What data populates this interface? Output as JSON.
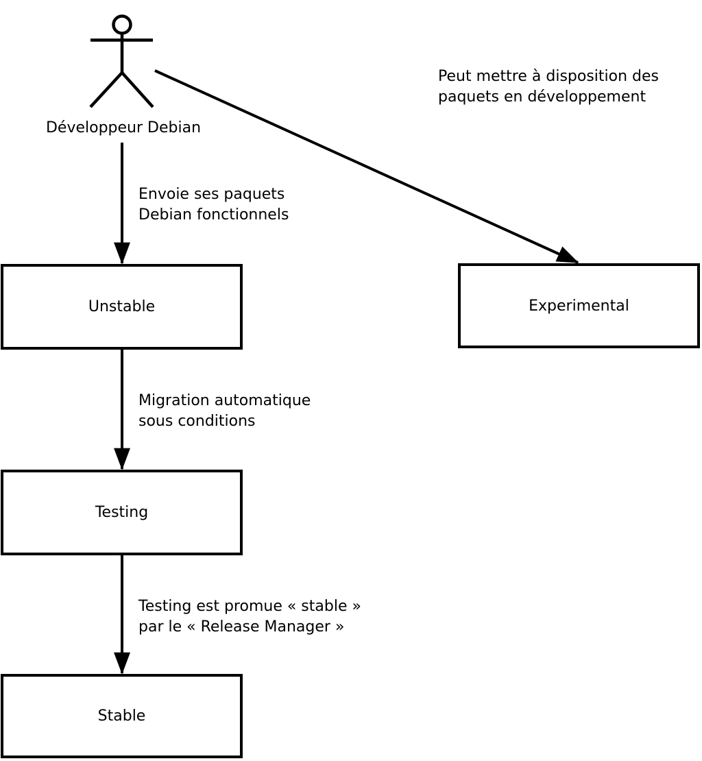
{
  "diagram": {
    "title_hint": "Debian package release flow",
    "actor": {
      "label": "Développeur Debian"
    },
    "nodes": [
      {
        "id": "unstable",
        "label": "Unstable"
      },
      {
        "id": "experimental",
        "label": "Experimental"
      },
      {
        "id": "testing",
        "label": "Testing"
      },
      {
        "id": "stable",
        "label": "Stable"
      }
    ],
    "edges": [
      {
        "from": "developpeur-debian",
        "to": "unstable",
        "label_line1": "Envoie ses paquets",
        "label_line2": "Debian fonctionnels"
      },
      {
        "from": "developpeur-debian",
        "to": "experimental",
        "label_line1": "Peut mettre à disposition des",
        "label_line2": "paquets en développement"
      },
      {
        "from": "unstable",
        "to": "testing",
        "label_line1": "Migration automatique",
        "label_line2": "sous conditions"
      },
      {
        "from": "testing",
        "to": "stable",
        "label_line1": "Testing est promue « stable »",
        "label_line2": "par le « Release Manager »"
      }
    ],
    "colors": {
      "line": "#000000",
      "background": "#ffffff",
      "box_fill": "#ffffff"
    }
  }
}
